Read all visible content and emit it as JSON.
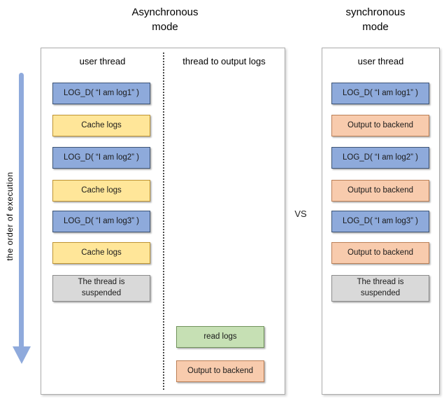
{
  "titles": {
    "left": "Asynchronous mode",
    "right": "synchronous mode"
  },
  "axis": {
    "label": "the order of execution",
    "direction": "down"
  },
  "vs_label": "VS",
  "left_panel": {
    "columns": [
      {
        "header": "user thread"
      },
      {
        "header": "thread to output logs"
      }
    ],
    "user_thread_boxes": [
      {
        "label": "LOG_D( “I am log1” )",
        "type": "blue"
      },
      {
        "label": "Cache logs",
        "type": "yellow"
      },
      {
        "label": "LOG_D( “I am log2” )",
        "type": "blue"
      },
      {
        "label": "Cache logs",
        "type": "yellow"
      },
      {
        "label": "LOG_D( “I am log3” )",
        "type": "blue"
      },
      {
        "label": "Cache logs",
        "type": "yellow"
      },
      {
        "label": "The thread is suspended",
        "type": "gray"
      }
    ],
    "output_thread_boxes": [
      {
        "label": "read logs",
        "type": "green"
      },
      {
        "label": "Output to backend",
        "type": "orange"
      }
    ]
  },
  "right_panel": {
    "header": "user thread",
    "boxes": [
      {
        "label": "LOG_D( “I am log1” )",
        "type": "blue"
      },
      {
        "label": "Output to backend",
        "type": "orange"
      },
      {
        "label": "LOG_D( “I am log2” )",
        "type": "blue"
      },
      {
        "label": "Output to backend",
        "type": "orange"
      },
      {
        "label": "LOG_D( “I am log3” )",
        "type": "blue"
      },
      {
        "label": "Output to backend",
        "type": "orange"
      },
      {
        "label": "The thread is suspended",
        "type": "gray"
      }
    ]
  },
  "colors": {
    "arrow": "#8FAADC",
    "blue_fill": "#8EAADB",
    "blue_border": "#3E5577",
    "yellow_fill": "#FFE699",
    "yellow_border": "#BF9433",
    "orange_fill": "#F8CBAD",
    "orange_border": "#BC8057",
    "green_fill": "#C6E0B4",
    "green_border": "#71935C",
    "gray_fill": "#D9D9D9",
    "gray_border": "#8C8C8C",
    "panel_border": "#ABABAB"
  }
}
